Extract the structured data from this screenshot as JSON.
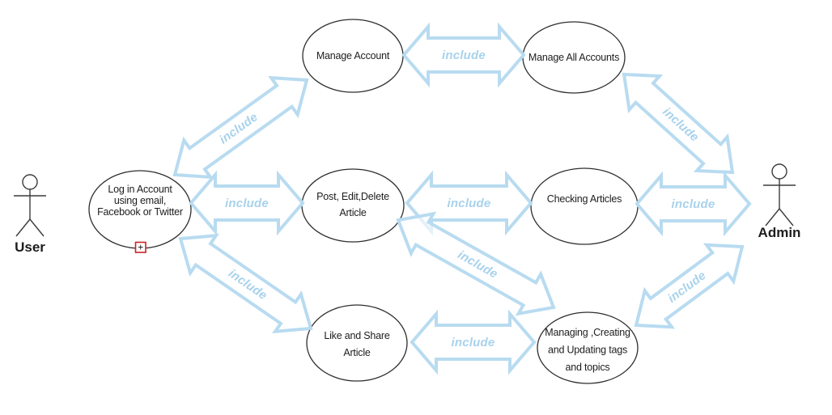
{
  "diagram": {
    "actors": [
      {
        "id": "user",
        "label": "User"
      },
      {
        "id": "admin",
        "label": "Admin"
      }
    ],
    "use_cases": [
      {
        "id": "login",
        "lines": [
          "Log in Account",
          "using email,",
          "Facebook or Twitter"
        ]
      },
      {
        "id": "manage-account",
        "lines": [
          "Manage Account"
        ]
      },
      {
        "id": "manage-all-accounts",
        "lines": [
          "Manage All Accounts"
        ]
      },
      {
        "id": "post-edit-delete-article",
        "lines": [
          "Post, Edit,Delete",
          "Article"
        ]
      },
      {
        "id": "checking-articles",
        "lines": [
          "Checking Articles"
        ]
      },
      {
        "id": "like-and-share-article",
        "lines": [
          "Like and Share",
          "Article"
        ]
      },
      {
        "id": "managing-tags-topics",
        "lines": [
          "Managing ,Creating",
          "and Updating  tags",
          "and topics"
        ]
      }
    ],
    "connections": [
      {
        "id": "login-manage-account",
        "label": "include"
      },
      {
        "id": "manage-account-manage-all",
        "label": "include"
      },
      {
        "id": "manage-all-admin",
        "label": "include"
      },
      {
        "id": "login-post",
        "label": "include"
      },
      {
        "id": "post-checking",
        "label": "include"
      },
      {
        "id": "checking-admin",
        "label": "include"
      },
      {
        "id": "login-like-share",
        "label": "include"
      },
      {
        "id": "post-managing-tags",
        "label": "include"
      },
      {
        "id": "like-share-managing-tags",
        "label": "include"
      },
      {
        "id": "managing-tags-admin",
        "label": "include"
      }
    ],
    "marker": {
      "symbol": "+"
    },
    "colors": {
      "arrow_stroke": "#b8dbf0",
      "arrow_label": "#a8d2ec",
      "shape_stroke": "#2e2e2e",
      "text": "#1d1d1d",
      "actor_stroke": "#3c3c3c",
      "marker_red": "#cc2222"
    }
  }
}
